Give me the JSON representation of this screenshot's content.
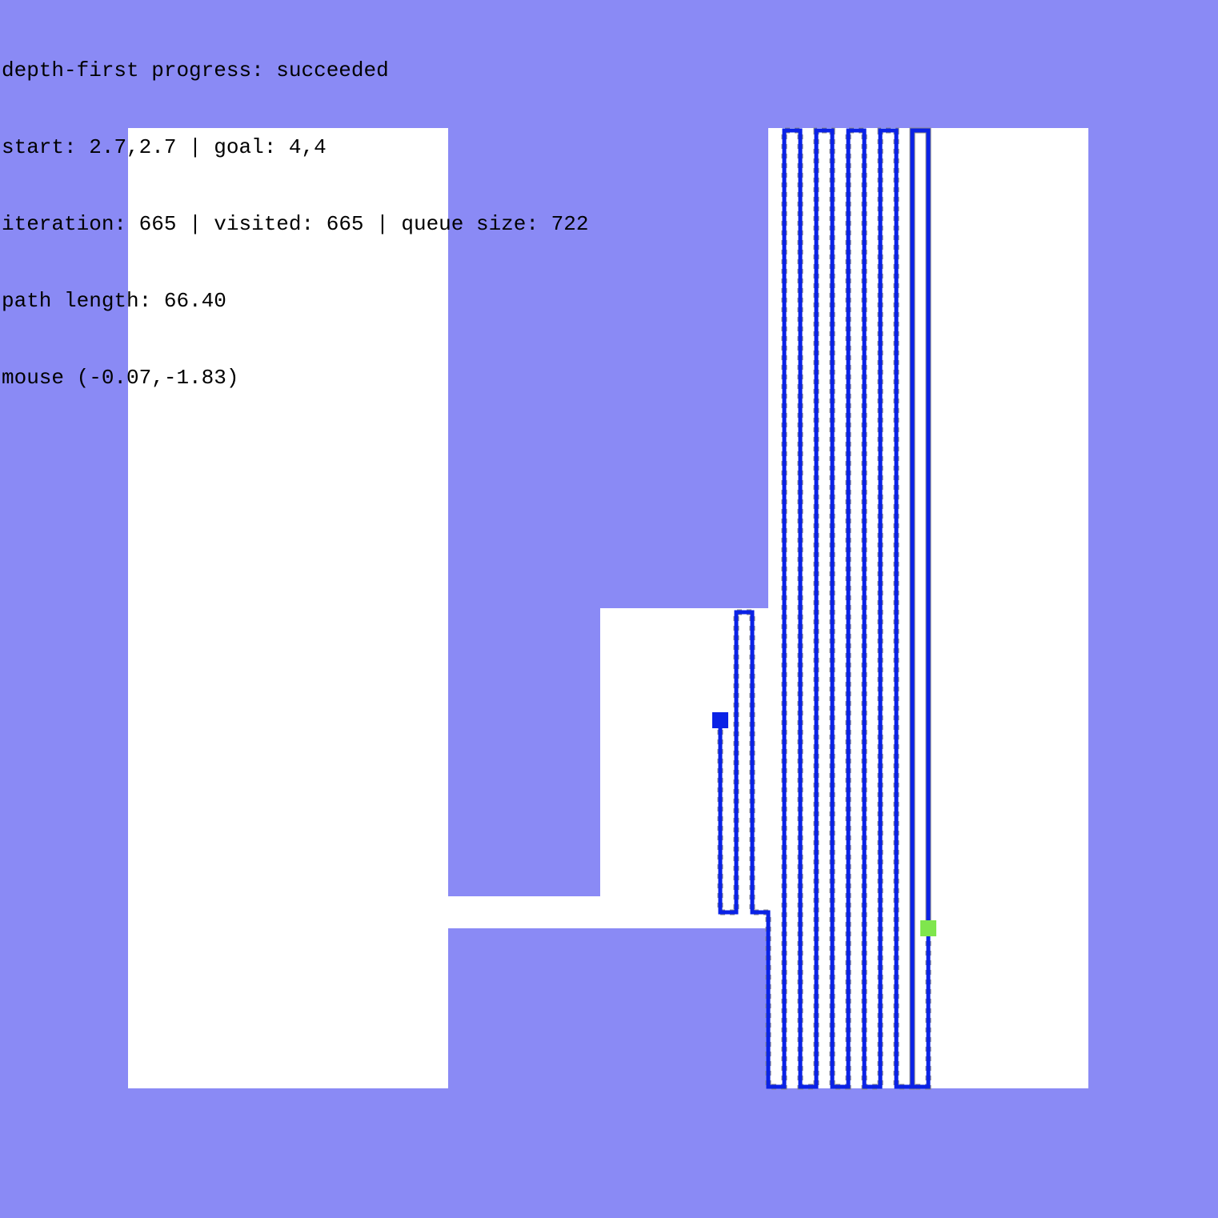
{
  "status": {
    "algorithm": "depth-first",
    "progress_label": "progress:",
    "progress": "succeeded",
    "start_label": "start:",
    "start": "2.7,2.7",
    "goal_label": "goal:",
    "goal": "4,4",
    "iteration_label": "iteration:",
    "iteration": "665",
    "visited_label": "visited:",
    "visited": "665",
    "queue_label": "queue size:",
    "queue_size": "722",
    "separator": "|",
    "path_label": "path length:",
    "path_length": "66.40",
    "mouse_label": "mouse",
    "mouse": "(-0.07,-1.83)"
  },
  "colors": {
    "background": "#8a8af5",
    "free_space": "#ffffff",
    "path": "#0a22e6",
    "visited": "#888888",
    "start_marker": "#0a22e6",
    "goal_marker": "#7fe64d"
  }
}
